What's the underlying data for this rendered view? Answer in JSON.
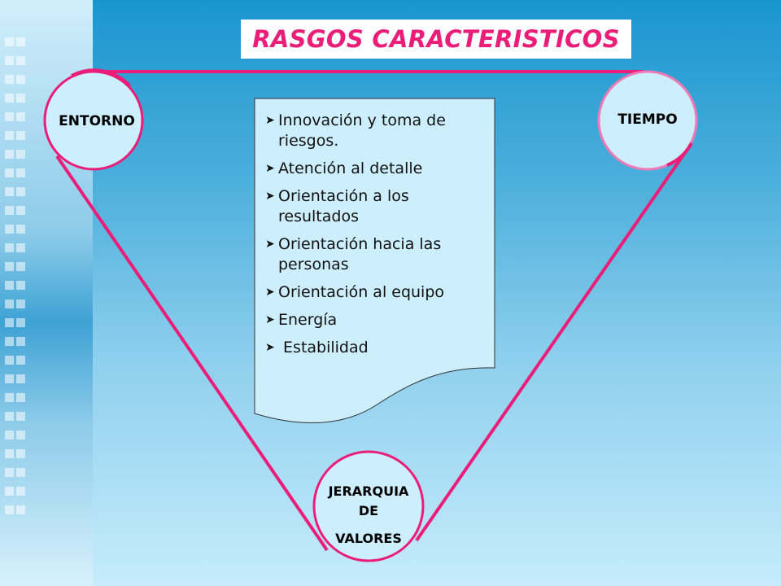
{
  "title": "RASGOS CARACTERISTICOS",
  "nodes": {
    "entorno": "ENTORNO",
    "tiempo": "TIEMPO",
    "jerarquia": [
      "JERARQUIA",
      "DE",
      "VALORES"
    ]
  },
  "list_items": [
    "Innovación y toma de riesgos.",
    "Atención al detalle",
    "Orientación a los resultados",
    "Orientación hacia las personas",
    "Orientación al equipo",
    "Energía",
    " Estabilidad"
  ],
  "colors": {
    "accent": "#ea1e78",
    "circle_fill": "#cdeefd",
    "panel_fill": "#cdeefd",
    "title_bg": "#ffffff",
    "text": "#111111"
  },
  "icons": {
    "bullet": "arrow-bullet-icon"
  }
}
